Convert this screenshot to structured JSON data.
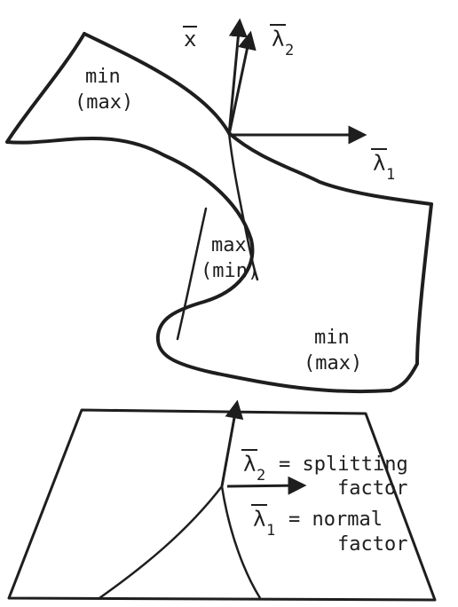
{
  "axes": {
    "x": "x",
    "lambda2": "λ",
    "lambda2_sub": "2",
    "lambda1": "λ",
    "lambda1_sub": "1"
  },
  "surface_labels": {
    "upper_left": [
      "min",
      "(max)"
    ],
    "middle": [
      "max",
      "(min)"
    ],
    "lower_right": [
      "min",
      "(max)"
    ]
  },
  "legend": {
    "lambda2_symbol": "λ",
    "lambda2_sub": "2",
    "lambda2_text": "= splitting",
    "lambda2_text2": "factor",
    "lambda1_symbol": "λ",
    "lambda1_sub": "1",
    "lambda1_text": "= normal",
    "lambda1_text2": "factor"
  },
  "colors": {
    "ink": "#1e1e1e",
    "paper": "#ffffff"
  }
}
